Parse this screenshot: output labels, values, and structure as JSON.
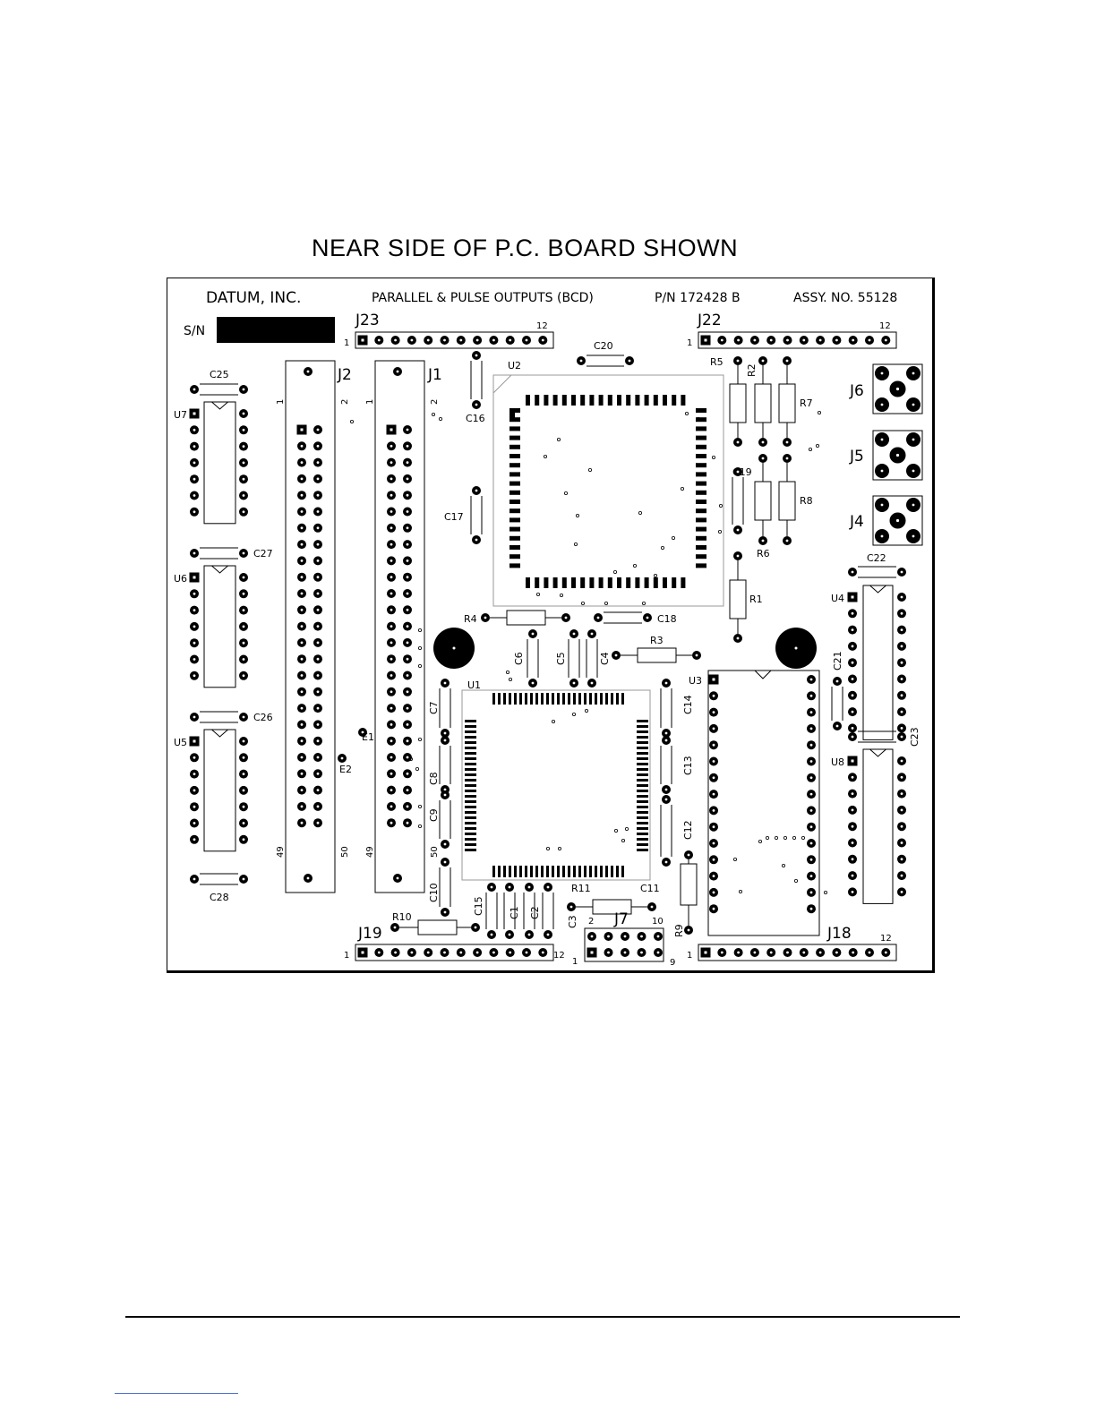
{
  "page": {
    "title": "NEAR SIDE OF P.C. BOARD SHOWN"
  },
  "board": {
    "company": "DATUM, INC.",
    "description": "PARALLEL & PULSE OUTPUTS (BCD)",
    "part_number": "P/N 172428 B",
    "assembly_number": "ASSY. NO. 55128",
    "serial_label": "S/N",
    "connectors": [
      {
        "id": "J23",
        "pin_first": "1",
        "pin_last": "12"
      },
      {
        "id": "J22",
        "pin_first": "1",
        "pin_last": "12"
      },
      {
        "id": "J19",
        "pin_first": "1",
        "pin_last": "12"
      },
      {
        "id": "J18",
        "pin_first": "1",
        "pin_last": "12"
      },
      {
        "id": "J7",
        "pin_top_first": "2",
        "pin_top_last": "10",
        "pin_bottom_first": "1",
        "pin_bottom_last": "9"
      },
      {
        "id": "J2",
        "pin_labels": [
          "1",
          "2",
          "49",
          "50"
        ]
      },
      {
        "id": "J1",
        "pin_labels": [
          "1",
          "2",
          "49",
          "50"
        ]
      },
      {
        "id": "J6"
      },
      {
        "id": "J5"
      },
      {
        "id": "J4"
      }
    ],
    "ics": [
      "U1",
      "U2",
      "U3",
      "U4",
      "U5",
      "U6",
      "U7",
      "U8"
    ],
    "capacitors": [
      "C1",
      "C2",
      "C3",
      "C4",
      "C5",
      "C6",
      "C7",
      "C8",
      "C9",
      "C10",
      "C11",
      "C12",
      "C13",
      "C14",
      "C15",
      "C16",
      "C17",
      "C18",
      "C19",
      "C20",
      "C21",
      "C22",
      "C23",
      "C25",
      "C26",
      "C27",
      "C28"
    ],
    "resistors": [
      "R1",
      "R2",
      "R3",
      "R4",
      "R5",
      "R6",
      "R7",
      "R8",
      "R9",
      "R10",
      "R11"
    ],
    "test_points": [
      "E1",
      "E2"
    ]
  }
}
